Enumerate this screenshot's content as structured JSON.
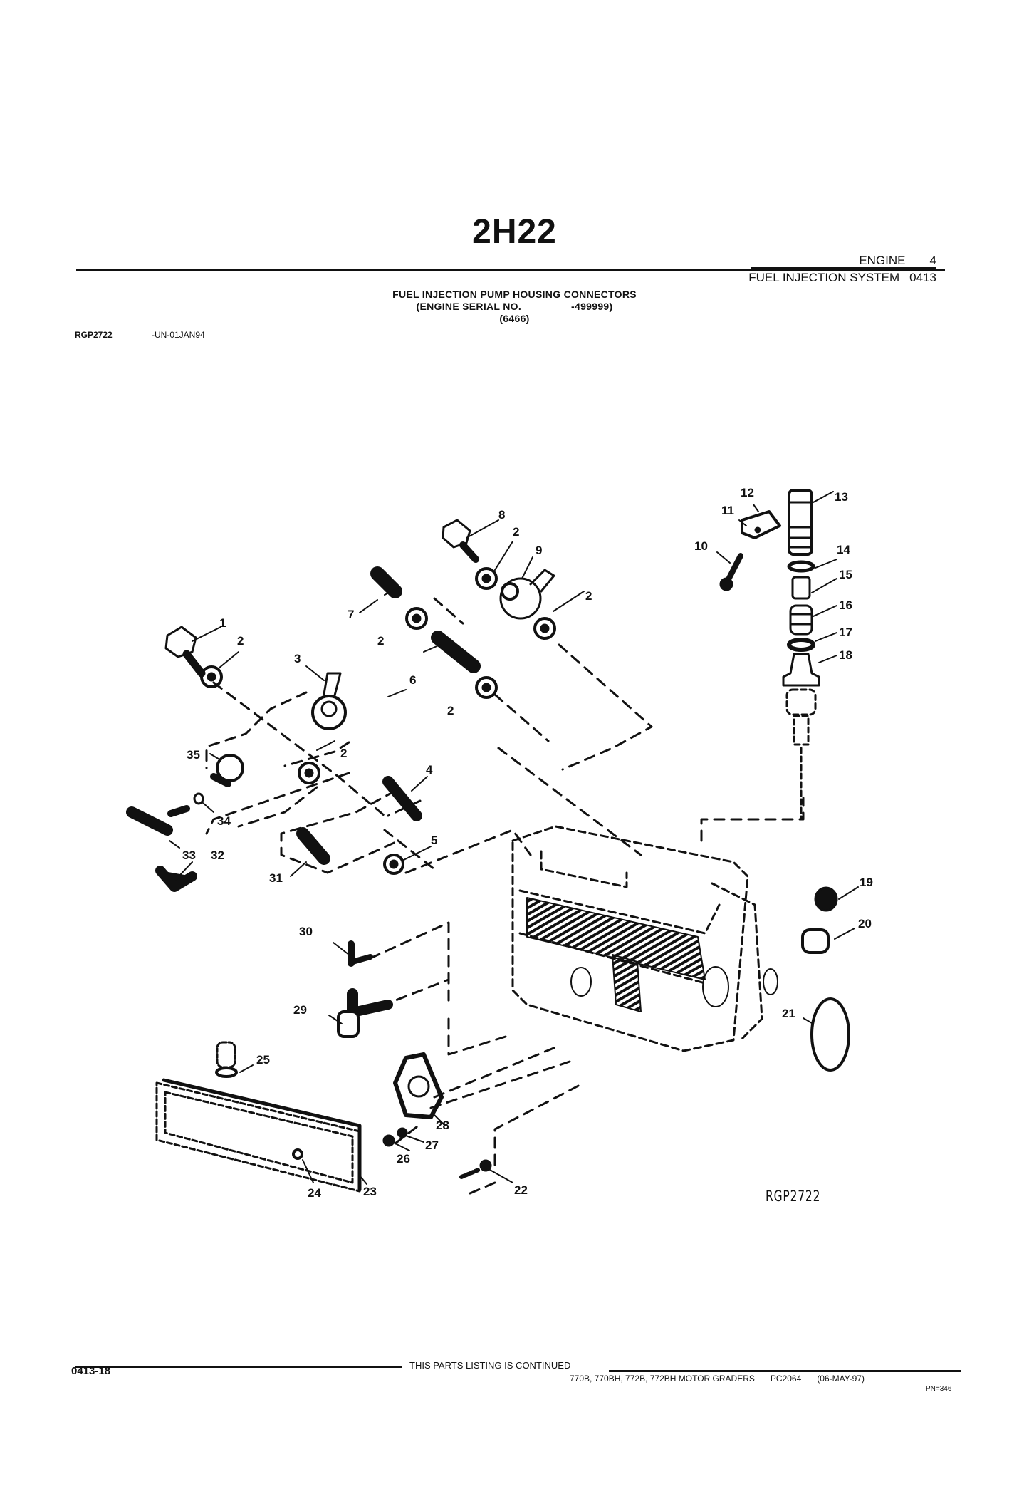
{
  "page_code": "2H22",
  "section": {
    "group_label": "ENGINE",
    "group_number": "4",
    "subgroup_label": "FUEL INJECTION SYSTEM",
    "subgroup_number": "0413"
  },
  "title": {
    "line1": "FUEL INJECTION PUMP HOUSING CONNECTORS",
    "line2_prefix": "(ENGINE SERIAL NO.",
    "line2_suffix": "-499999)",
    "line3": "(6466)"
  },
  "reference": {
    "illustration_id": "RGP2722",
    "date_code": "-UN-01JAN94"
  },
  "diagram": {
    "illustration_label": "RGP2722",
    "callouts": [
      "1",
      "2",
      "3",
      "4",
      "5",
      "6",
      "7",
      "8",
      "9",
      "10",
      "11",
      "12",
      "13",
      "14",
      "15",
      "16",
      "17",
      "18",
      "19",
      "20",
      "21",
      "22",
      "23",
      "24",
      "25",
      "26",
      "27",
      "28",
      "29",
      "30",
      "31",
      "32",
      "33",
      "34",
      "35"
    ],
    "repeat_callout": "2"
  },
  "footer": {
    "page_number": "0413-18",
    "continued_text": "THIS PARTS LISTING IS CONTINUED",
    "models": "770B, 770BH, 772B, 772BH MOTOR GRADERS",
    "catalog": "PC2064",
    "date": "(06-MAY-97)",
    "pn": "PN=346"
  }
}
